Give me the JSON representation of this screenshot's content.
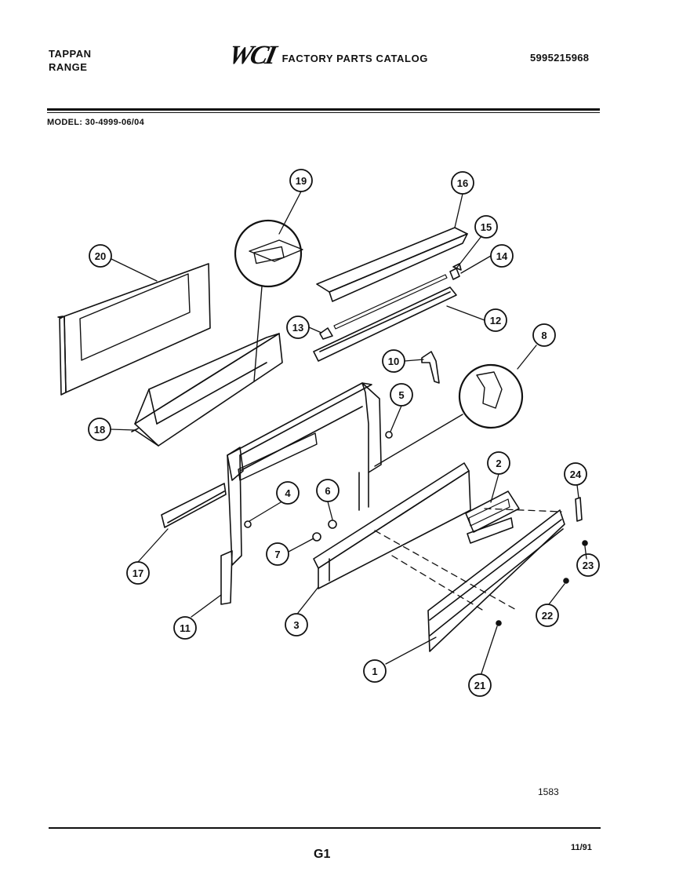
{
  "header": {
    "brand_line1": "TAPPAN",
    "brand_line2": "RANGE",
    "logo_text": "WCI",
    "catalog_title": "FACTORY PARTS CATALOG",
    "part_number": "5995215968"
  },
  "model_line": "MODEL: 30-4999-06/04",
  "callouts": [
    {
      "id": "c19",
      "label": "19"
    },
    {
      "id": "c16",
      "label": "16"
    },
    {
      "id": "c20",
      "label": "20"
    },
    {
      "id": "c15",
      "label": "15"
    },
    {
      "id": "c14",
      "label": "14"
    },
    {
      "id": "c13",
      "label": "13"
    },
    {
      "id": "c12",
      "label": "12"
    },
    {
      "id": "c8",
      "label": "8"
    },
    {
      "id": "c10",
      "label": "10"
    },
    {
      "id": "c5",
      "label": "5"
    },
    {
      "id": "c18",
      "label": "18"
    },
    {
      "id": "c2",
      "label": "2"
    },
    {
      "id": "c24",
      "label": "24"
    },
    {
      "id": "c6",
      "label": "6"
    },
    {
      "id": "c4",
      "label": "4"
    },
    {
      "id": "c7",
      "label": "7"
    },
    {
      "id": "c23",
      "label": "23"
    },
    {
      "id": "c17",
      "label": "17"
    },
    {
      "id": "c22",
      "label": "22"
    },
    {
      "id": "c3",
      "label": "3"
    },
    {
      "id": "c11",
      "label": "11"
    },
    {
      "id": "c1",
      "label": "1"
    },
    {
      "id": "c21",
      "label": "21"
    }
  ],
  "footer": {
    "drawing_number": "1583",
    "page_label": "G1",
    "date": "11/91"
  }
}
